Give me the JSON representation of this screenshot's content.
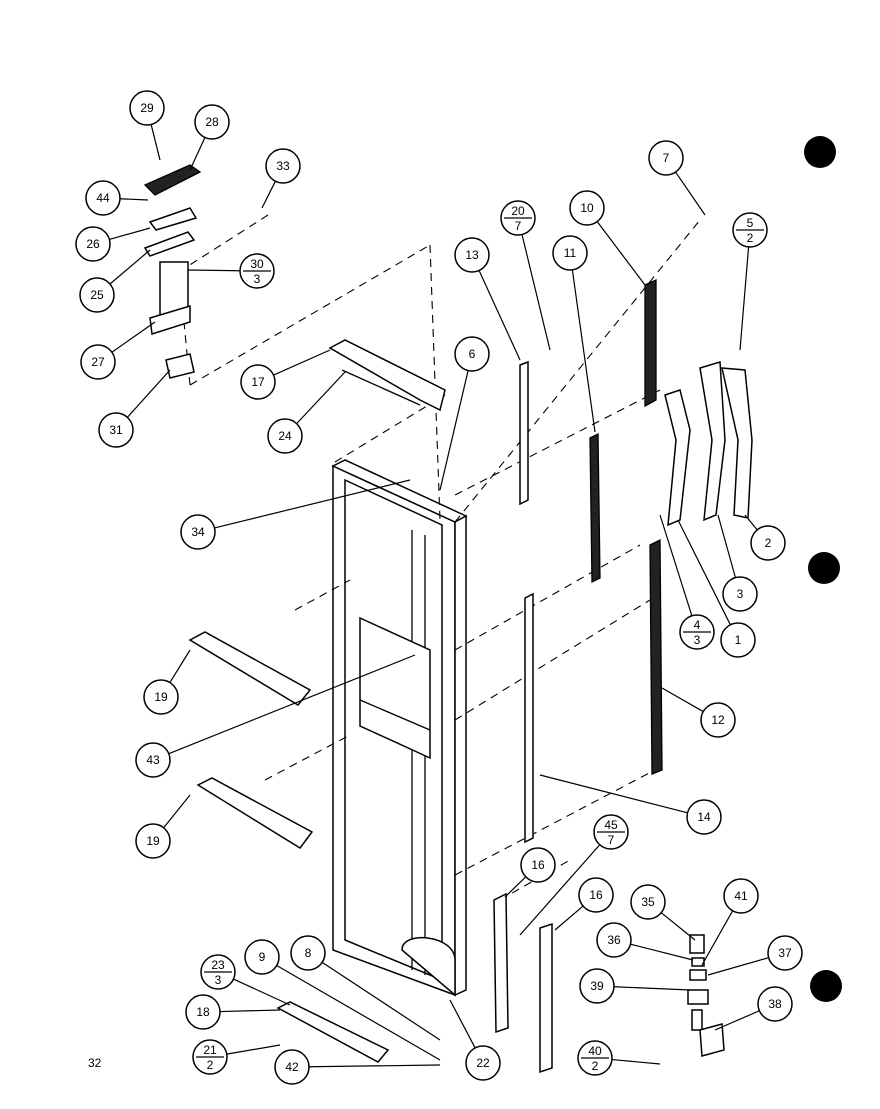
{
  "page_number": "32",
  "callouts": [
    {
      "top": "29"
    },
    {
      "top": "28"
    },
    {
      "top": "33"
    },
    {
      "top": "44"
    },
    {
      "top": "26"
    },
    {
      "top": "30",
      "bottom": "3"
    },
    {
      "top": "25"
    },
    {
      "top": "27"
    },
    {
      "top": "31"
    },
    {
      "top": "17"
    },
    {
      "top": "24"
    },
    {
      "top": "6"
    },
    {
      "top": "13"
    },
    {
      "top": "20",
      "bottom": "7"
    },
    {
      "top": "11"
    },
    {
      "top": "10"
    },
    {
      "top": "7"
    },
    {
      "top": "5",
      "bottom": "2"
    },
    {
      "top": "2"
    },
    {
      "top": "3"
    },
    {
      "top": "1"
    },
    {
      "top": "4",
      "bottom": "3"
    },
    {
      "top": "34"
    },
    {
      "top": "19"
    },
    {
      "top": "43"
    },
    {
      "top": "19"
    },
    {
      "top": "12"
    },
    {
      "top": "14"
    },
    {
      "top": "16"
    },
    {
      "top": "45",
      "bottom": "7"
    },
    {
      "top": "16"
    },
    {
      "top": "35"
    },
    {
      "top": "41"
    },
    {
      "top": "36"
    },
    {
      "top": "37"
    },
    {
      "top": "39"
    },
    {
      "top": "38"
    },
    {
      "top": "40",
      "bottom": "2"
    },
    {
      "top": "23",
      "bottom": "3"
    },
    {
      "top": "9"
    },
    {
      "top": "8"
    },
    {
      "top": "18"
    },
    {
      "top": "21",
      "bottom": "2"
    },
    {
      "top": "42"
    },
    {
      "top": "22"
    }
  ]
}
